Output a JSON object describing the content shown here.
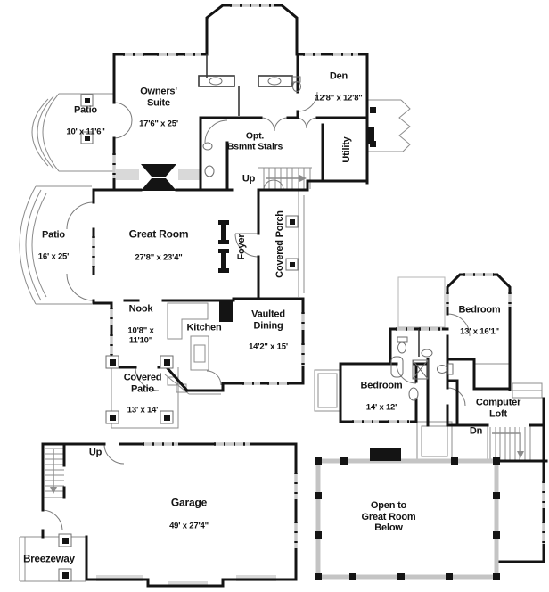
{
  "plan_title": "Two-story house floor plan",
  "colors": {
    "ink": "#141414",
    "wall": "#141414",
    "thin": "#8c8c8c",
    "window": "#c9c9c9",
    "hatch": "#d9d9d9"
  },
  "main_floor": {
    "rooms": [
      {
        "name": "Patio",
        "dims": "10' x 11'6\""
      },
      {
        "name": "Owners'\nSuite",
        "dims": "17'6\" x 25'"
      },
      {
        "name": "Den",
        "dims": "12'8\" x 12'8\""
      },
      {
        "name": "Opt.\nBsmnt Stairs",
        "dims": ""
      },
      {
        "name": "Utility",
        "dims": ""
      },
      {
        "name": "Up",
        "dims": ""
      },
      {
        "name": "Patio",
        "dims": "16' x 25'"
      },
      {
        "name": "Great Room",
        "dims": "27'8\" x 23'4\""
      },
      {
        "name": "Foyer",
        "dims": ""
      },
      {
        "name": "Covered Porch",
        "dims": ""
      },
      {
        "name": "Nook",
        "dims": "10'8\" x\n11'10\""
      },
      {
        "name": "Kitchen",
        "dims": ""
      },
      {
        "name": "Vaulted\nDining",
        "dims": "14'2\" x 15'"
      },
      {
        "name": "Covered\nPatio",
        "dims": "13' x 14'"
      },
      {
        "name": "Garage",
        "dims": "49' x 27'4\""
      },
      {
        "name": "Up",
        "dims": ""
      },
      {
        "name": "Breezeway",
        "dims": ""
      }
    ]
  },
  "upper_floor": {
    "rooms": [
      {
        "name": "Bedroom",
        "dims": "13' x 16'1\""
      },
      {
        "name": "Bedroom",
        "dims": "14' x 12'"
      },
      {
        "name": "Computer\nLoft",
        "dims": ""
      },
      {
        "name": "Dn",
        "dims": ""
      },
      {
        "name": "Open to\nGreat Room\nBelow",
        "dims": ""
      }
    ]
  }
}
